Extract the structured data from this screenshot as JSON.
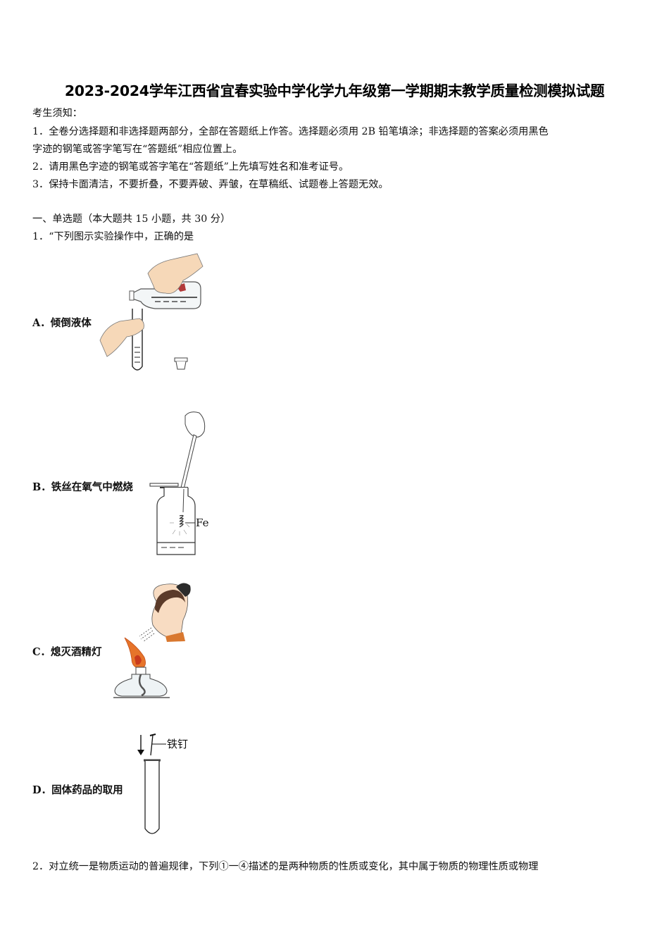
{
  "document": {
    "title": "2023-2024学年江西省宜春实验中学化学九年级第一学期期末教学质量检测模拟试题",
    "notice": {
      "heading": "考生须知：",
      "items": [
        "1．全卷分选择题和非选择题两部分，全部在答题纸上作答。选择题必须用 2B 铅笔填涂；非选择题的答案必须用黑色",
        "字迹的钢笔或答字笔写在“答题纸”相应位置上。",
        "2．请用黑色字迹的钢笔或答字笔在“答题纸”上先填写姓名和准考证号。",
        "3．保持卡面清洁，不要折叠，不要弄破、弄皱，在草稿纸、试题卷上答题无效。"
      ]
    },
    "section": {
      "heading": "一、单选题（本大题共 15 小题，共 30 分）"
    },
    "questions": [
      {
        "number": "1",
        "text": "1．“下列图示实验操作中，正确的是",
        "options": [
          {
            "label": "A．倾倒液体",
            "figure": "pour-liquid-into-test-tube"
          },
          {
            "label": "B．铁丝在氧气中燃烧",
            "figure": "iron-wire-burning-in-oxygen",
            "figure_label": "Fe"
          },
          {
            "label": "C．熄灭酒精灯",
            "figure": "blowing-out-alcohol-lamp"
          },
          {
            "label": "D．固体药品的取用",
            "figure": "dropping-iron-nail-into-test-tube",
            "figure_label": "铁钉"
          }
        ]
      },
      {
        "number": "2",
        "text": "2．对立统一是物质运动的普遍规律，下列①一④描述的是两种物质的性质或变化，其中属于物质的物理性质或物理"
      }
    ]
  }
}
